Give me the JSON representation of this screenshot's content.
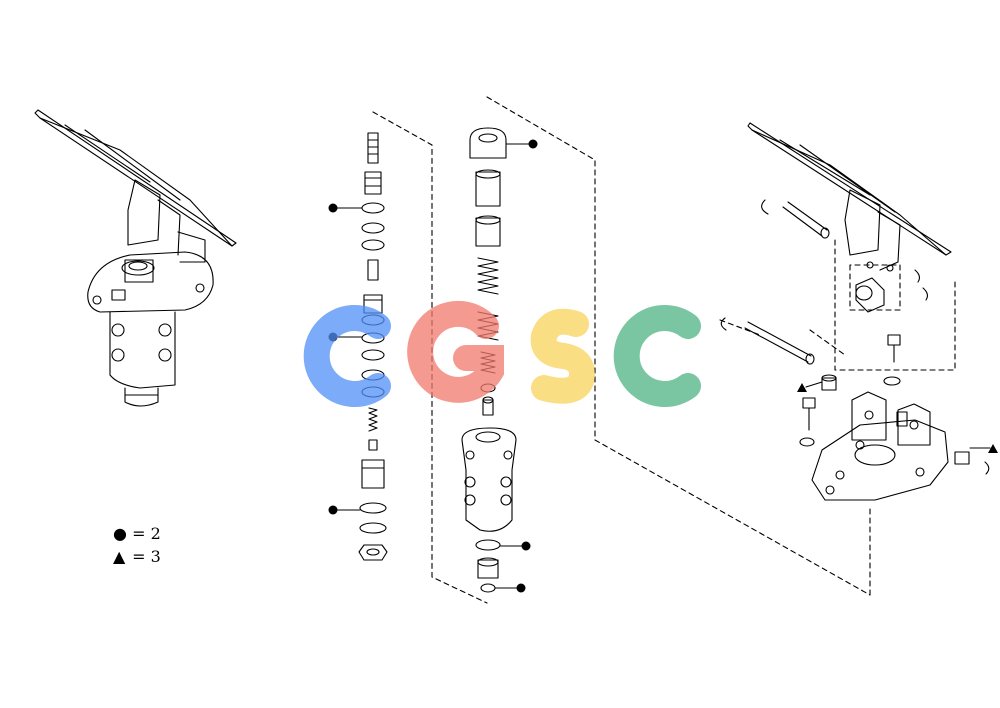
{
  "legend": {
    "items": [
      {
        "symbol": "●",
        "text": "= 2"
      },
      {
        "symbol": "▲",
        "text": "= 3"
      }
    ]
  },
  "watermark": {
    "text": "CGSC",
    "colors": [
      "#4f8ff7",
      "#f2796b",
      "#f9d35a",
      "#4fb384"
    ]
  },
  "colors": {
    "line": "#000000",
    "background": "#ffffff"
  }
}
